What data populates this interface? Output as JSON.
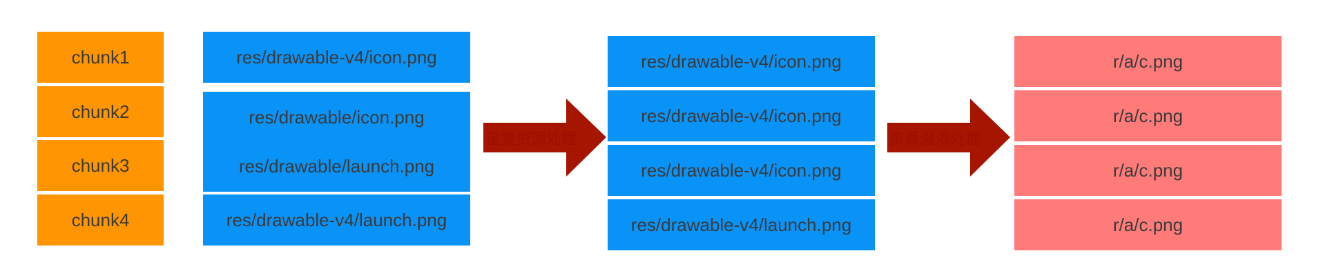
{
  "chunks": [
    "chunk1",
    "chunk2",
    "chunk3",
    "chunk4"
  ],
  "original_resources": [
    "res/drawable-v4/icon.png",
    "res/drawable/icon.png",
    "res/drawable/launch.png",
    "res/drawable-v4/launch.png"
  ],
  "processed_resources": [
    "res/drawable-v4/icon.png",
    "res/drawable-v4/icon.png",
    "res/drawable-v4/icon.png",
    "res/drawable-v4/launch.png"
  ],
  "obfuscated_resources": [
    "r/a/c.png",
    "r/a/c.png",
    "r/a/c.png",
    "r/a/c.png"
  ],
  "arrows": {
    "first_label": "重复资源处理",
    "second_label": "资源混淆处理"
  },
  "colors": {
    "chunk": "#FF9500",
    "resource_blue": "#0A93F7",
    "obfuscated_red": "#FF7B7A",
    "arrow": "#A61500"
  }
}
